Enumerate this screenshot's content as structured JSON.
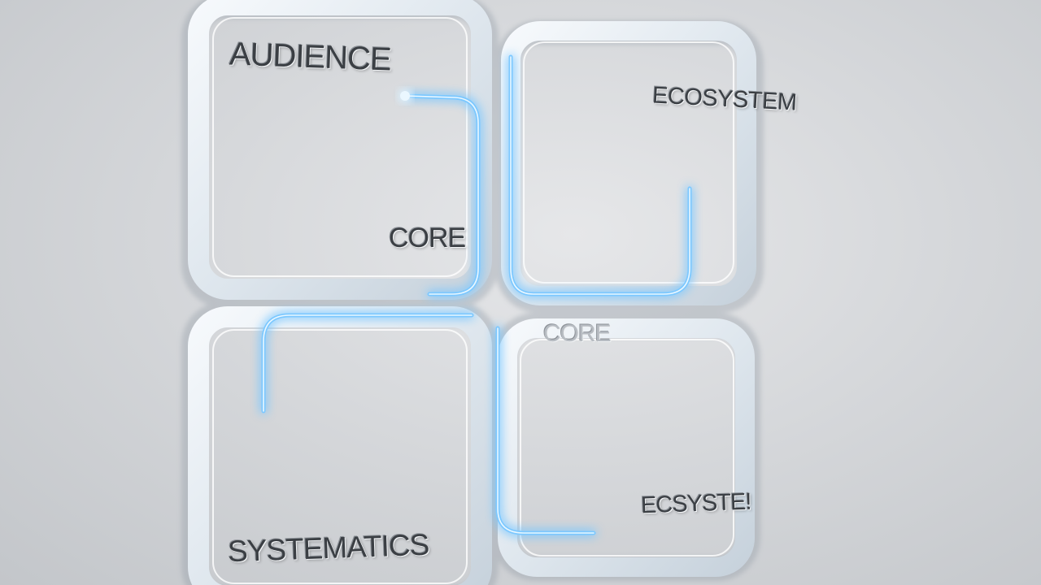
{
  "scene": {
    "colors": {
      "background": "#d6d8db",
      "frame": "#eef3f8",
      "glow": "#5fb8ff",
      "text": "#3b3f44"
    },
    "labels": {
      "audience": "AUDIENCE",
      "ecosystem": "ECOSYSTEM",
      "core_upper": "CORE",
      "core_center": "CORE",
      "systematics": "SYSTEMATICS",
      "ecosystem_partial": "ECSYSTE!"
    }
  }
}
